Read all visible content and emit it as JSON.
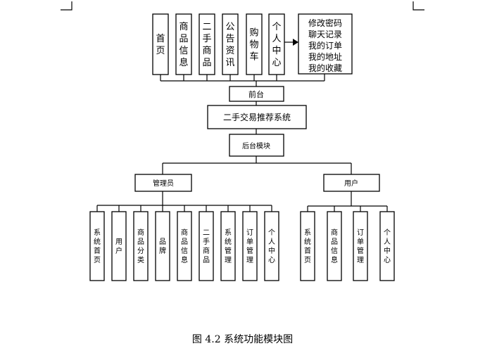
{
  "diagram": {
    "frontend_modules": [
      "首页",
      "商品信息",
      "二手商品",
      "公告资讯",
      "购物车",
      "个人中心"
    ],
    "personal_center_items": [
      "修改密码",
      "聊天记录",
      "我的订单",
      "我的地址",
      "我的收藏"
    ],
    "frontend_label": "前台",
    "system_name": "二手交易推荐系统",
    "backend_label": "后台模块",
    "admin_label": "管理员",
    "user_label": "用户",
    "admin_modules": [
      "系统首页",
      "用户",
      "商品分类",
      "品牌",
      "商品信息",
      "二手商品",
      "系统管理",
      "订单管理",
      "个人中心"
    ],
    "user_modules": [
      "系统首页",
      "商品信息",
      "订单管理",
      "个人中心"
    ]
  },
  "caption": "图 4.2 系统功能模块图"
}
